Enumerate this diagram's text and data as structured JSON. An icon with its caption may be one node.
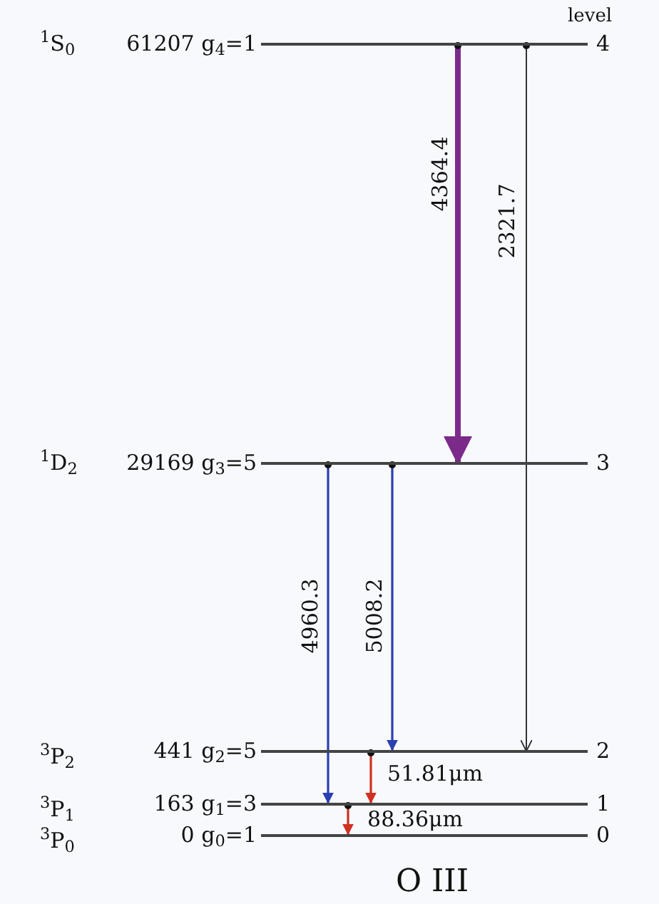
{
  "diagram": {
    "caption": "O III",
    "nodes": [
      {
        "text": [],
        "shape": "bar",
        "beside": [
          "0 g$_{0}$=1",
          "0"
        ]
      },
      {
        "text": [],
        "shape": "bar",
        "beside": [
          "163 g$_{1}$=3",
          "1"
        ]
      },
      {
        "text": [],
        "shape": "bar",
        "beside": [
          "441 g$_{2}$=5",
          "2"
        ]
      },
      {
        "text": [],
        "shape": "bar",
        "beside": [
          "29169 g$_{3}$=5",
          "3"
        ]
      },
      {
        "text": [],
        "shape": "bar",
        "beside": [
          "61207 g$_{4}$=1",
          "4"
        ]
      }
    ],
    "edges": [
      {
        "from": 4,
        "to": 3,
        "arrow": "to",
        "label": "4364.4",
        "style": "thick",
        "color": "#7b2a8a"
      },
      {
        "from": 4,
        "to": 2,
        "arrow": "to",
        "label": "2321.7",
        "color": "#333333"
      },
      {
        "from": 3,
        "to": 1,
        "arrow": "to",
        "label": "4960.3",
        "color": "#2a3fb0"
      },
      {
        "from": 3,
        "to": 2,
        "arrow": "to",
        "label": "5008.2",
        "color": "#2a3fb0"
      },
      {
        "from": 2,
        "to": 1,
        "arrow": "to",
        "label": "51.81μm",
        "color": "#d03020"
      },
      {
        "from": 1,
        "to": 0,
        "arrow": "to",
        "label": "88.36μm",
        "color": "#d03020"
      }
    ],
    "labels": [
      "level",
      "$^{1}$S$_{0}$",
      "$^{1}$D$_{2}$",
      "$^{3}$P$_{2}$",
      "$^{3}$P$_{1}$",
      "$^{3}$P$_{0}$"
    ]
  }
}
